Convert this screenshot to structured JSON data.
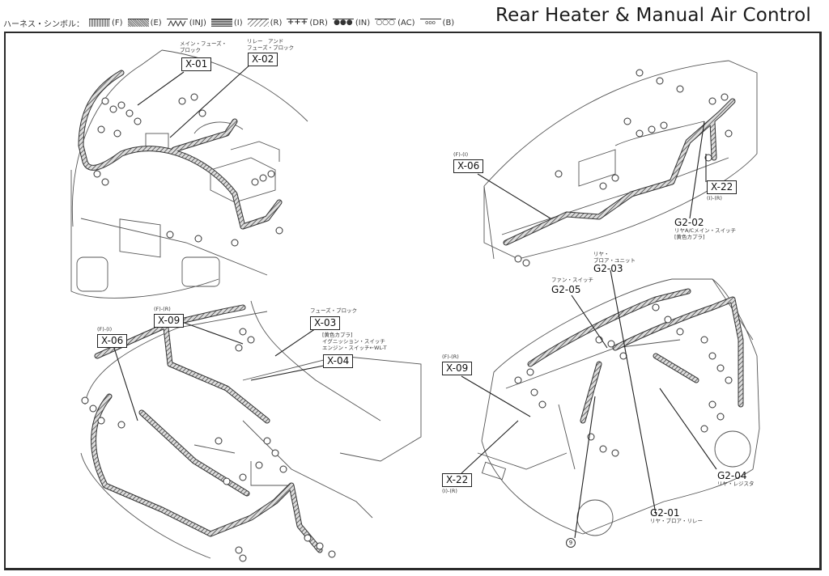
{
  "header": {
    "legend_label": "ハーネス・シンボル：",
    "legend": [
      {
        "code": "(F)",
        "icon": "hatched-harness-f"
      },
      {
        "code": "(E)",
        "icon": "crosshatch-harness-e"
      },
      {
        "code": "(INJ)",
        "icon": "zigzag-harness-inj"
      },
      {
        "code": "(I)",
        "icon": "dense-harness-i"
      },
      {
        "code": "(R)",
        "icon": "diagonal-harness-r"
      },
      {
        "code": "(DR)",
        "icon": "plus-harness-dr"
      },
      {
        "code": "(IN)",
        "icon": "dot-harness-in"
      },
      {
        "code": "(AC)",
        "icon": "ring-harness-ac"
      },
      {
        "code": "(B)",
        "icon": "small-ring-harness-b"
      }
    ],
    "title": "Rear Heater & Manual Air Control"
  },
  "panels": {
    "engine": {
      "callouts": [
        {
          "id": "X-01",
          "note": "メイン・フューズ・\nブロック"
        },
        {
          "id": "X-02",
          "note": "リレー　アンド\nフューズ・ブロック"
        }
      ]
    },
    "dashboard": {
      "callouts": [
        {
          "id": "X-06",
          "note": "(F)-(I)"
        },
        {
          "id": "X-22",
          "note": "(I)-(R)"
        }
      ],
      "codes": [
        {
          "id": "G2-02",
          "note": "リヤA/Cメイン・スイッチ\n[黄色カプラ]"
        }
      ]
    },
    "floor": {
      "callouts": [
        {
          "id": "X-09",
          "note": "(F)-(R)"
        },
        {
          "id": "X-06",
          "note": "(F)-(I)"
        },
        {
          "id": "X-03",
          "note": "フューズ・ブロック"
        },
        {
          "id": "X-04",
          "note": "[黄色カプラ]\nイグニッション・スイッチ\nエンジン・スイッチ←WL-T"
        }
      ]
    },
    "body": {
      "callouts": [
        {
          "id": "X-09",
          "note": "(F)-(R)"
        },
        {
          "id": "X-22",
          "note": "(I)-(R)"
        }
      ],
      "codes": [
        {
          "id": "G2-03",
          "note": "リヤ・\nブロア・ユニット"
        },
        {
          "id": "G2-05",
          "note": "ファン・スイッチ"
        },
        {
          "id": "G2-04",
          "note": "リヤ・レジスタ"
        },
        {
          "id": "G2-01",
          "note": "リヤ・ブロア・リレー"
        }
      ],
      "ground_marker": "9"
    }
  },
  "colors": {
    "line": "#2a2a2a",
    "harness": "#555555",
    "background": "#ffffff"
  }
}
